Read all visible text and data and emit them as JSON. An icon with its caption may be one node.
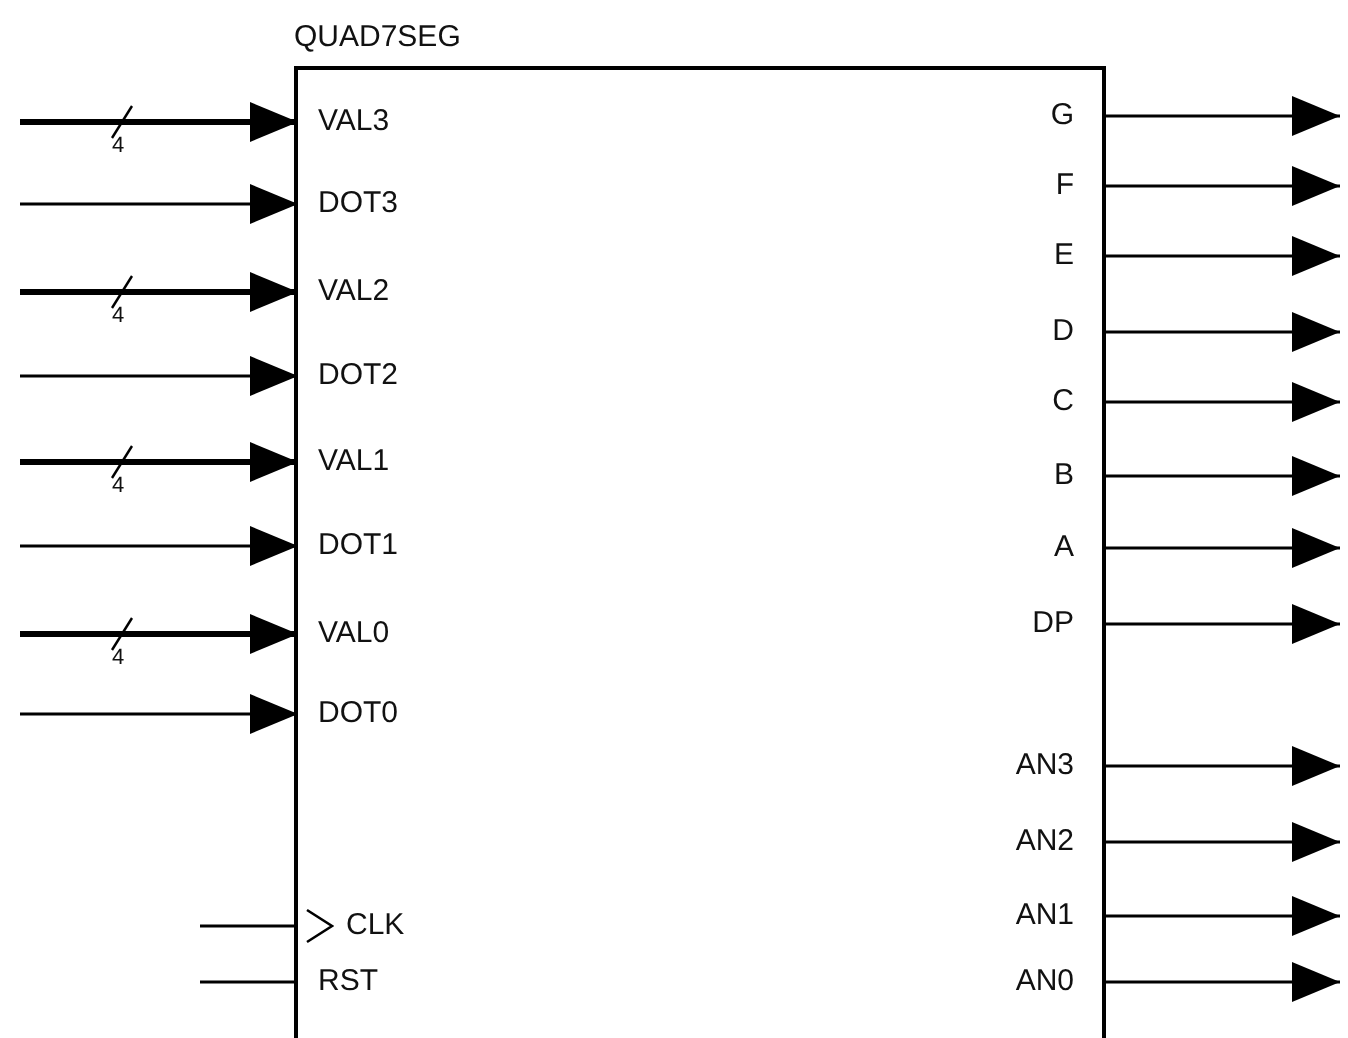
{
  "diagram": {
    "nodes": [
      {
        "text": [
          "QUAD7SEG"
        ]
      },
      {
        "text": [
          "VAL3"
        ],
        "in": 0
      },
      {
        "text": [
          "DOT3"
        ],
        "in": 0
      },
      {
        "text": [
          "VAL2"
        ],
        "in": 0
      },
      {
        "text": [
          "DOT2"
        ],
        "in": 0
      },
      {
        "text": [
          "VAL1"
        ],
        "in": 0
      },
      {
        "text": [
          "DOT1"
        ],
        "in": 0
      },
      {
        "text": [
          "VAL0"
        ],
        "in": 0
      },
      {
        "text": [
          "DOT0"
        ],
        "in": 0
      },
      {
        "text": [
          "CLK"
        ],
        "in": 0
      },
      {
        "text": [
          "RST"
        ],
        "in": 0
      },
      {
        "text": [
          "G"
        ],
        "in": 0
      },
      {
        "text": [
          "F"
        ],
        "in": 0
      },
      {
        "text": [
          "E"
        ],
        "in": 0
      },
      {
        "text": [
          "D"
        ],
        "in": 0
      },
      {
        "text": [
          "C"
        ],
        "in": 0
      },
      {
        "text": [
          "B"
        ],
        "in": 0
      },
      {
        "text": [
          "A"
        ],
        "in": 0
      },
      {
        "text": [
          "DP"
        ],
        "in": 0
      },
      {
        "text": [
          "AN3"
        ],
        "in": 0
      },
      {
        "text": [
          "AN2"
        ],
        "in": 0
      },
      {
        "text": [
          "AN1"
        ],
        "in": 0
      },
      {
        "text": [
          "AN0"
        ],
        "in": 0
      }
    ],
    "edges": [
      {
        "from": null,
        "to": 1,
        "arrow": "to",
        "label": "4",
        "style": "thick"
      },
      {
        "from": null,
        "to": 2,
        "arrow": "to"
      },
      {
        "from": null,
        "to": 3,
        "arrow": "to",
        "label": "4",
        "style": "thick"
      },
      {
        "from": null,
        "to": 4,
        "arrow": "to"
      },
      {
        "from": null,
        "to": 5,
        "arrow": "to",
        "label": "4",
        "style": "thick"
      },
      {
        "from": null,
        "to": 6,
        "arrow": "to"
      },
      {
        "from": null,
        "to": 7,
        "arrow": "to",
        "label": "4",
        "style": "thick"
      },
      {
        "from": null,
        "to": 8,
        "arrow": "to"
      },
      {
        "from": null,
        "to": 9,
        "arrow": "none"
      },
      {
        "from": null,
        "to": 10,
        "arrow": "none"
      },
      {
        "from": 11,
        "to": null,
        "arrow": "to"
      },
      {
        "from": 12,
        "to": null,
        "arrow": "to"
      },
      {
        "from": 13,
        "to": null,
        "arrow": "to"
      },
      {
        "from": 14,
        "to": null,
        "arrow": "to"
      },
      {
        "from": 15,
        "to": null,
        "arrow": "to"
      },
      {
        "from": 16,
        "to": null,
        "arrow": "to"
      },
      {
        "from": 17,
        "to": null,
        "arrow": "to"
      },
      {
        "from": 18,
        "to": null,
        "arrow": "to"
      },
      {
        "from": 19,
        "to": null,
        "arrow": "to"
      },
      {
        "from": 20,
        "to": null,
        "arrow": "to"
      },
      {
        "from": 21,
        "to": null,
        "arrow": "to"
      },
      {
        "from": 22,
        "to": null,
        "arrow": "to"
      }
    ]
  }
}
